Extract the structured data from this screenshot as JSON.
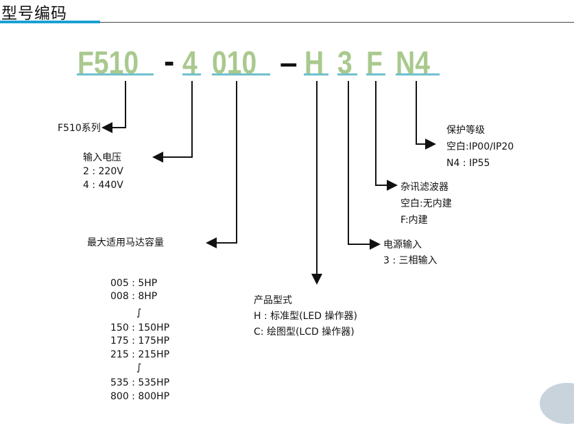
{
  "title": "型号编码",
  "code": {
    "series": "F510",
    "sep1": "-",
    "voltage": "4",
    "capacity": "010",
    "sep2": "–",
    "type": "H",
    "input": "3",
    "filter": "F",
    "protection": "N4"
  },
  "series_label": "F510系列",
  "voltage": {
    "heading": "输入电压",
    "items": [
      "2 : 220V",
      "4 : 440V"
    ]
  },
  "capacity": {
    "heading": "最大适用马达容量",
    "items": [
      "005 : 5HP",
      "008 : 8HP",
      "∫",
      "150 : 150HP",
      "175 : 175HP",
      "215 : 215HP",
      "∫",
      "535 : 535HP",
      "800 : 800HP"
    ]
  },
  "type": {
    "heading": "产品型式",
    "items": [
      "H : 标准型(LED 操作器)",
      "C: 绘图型(LCD 操作器)"
    ]
  },
  "input": {
    "heading": "电源输入",
    "items": [
      "3 : 三相输入"
    ]
  },
  "filter": {
    "heading": "杂讯滤波器",
    "items": [
      "空白:无内建",
      "F:内建"
    ]
  },
  "protection": {
    "heading": "保护等级",
    "items": [
      "空白:IP00/IP20",
      "N4 : IP55"
    ]
  }
}
